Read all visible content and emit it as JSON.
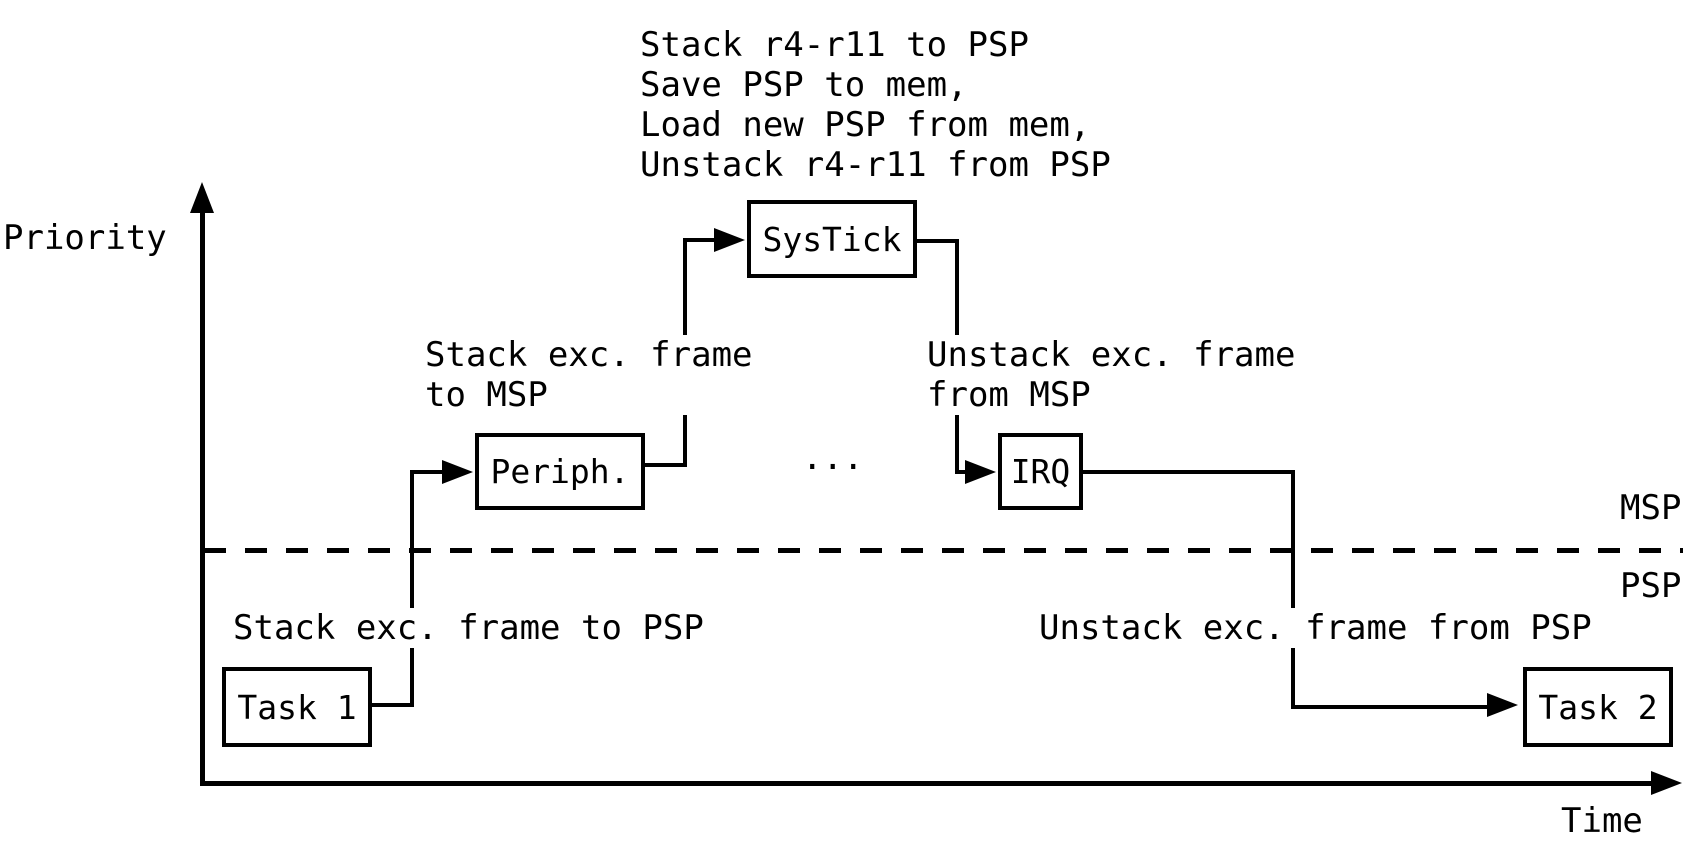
{
  "colors": {
    "ink": "#000000",
    "background": "#ffffff"
  },
  "axes": {
    "y_label": "Priority",
    "x_label": "Time"
  },
  "stack_regions": {
    "above_dashed_label": "MSP",
    "below_dashed_label": "PSP"
  },
  "boxes": {
    "task1": "Task 1",
    "periph": "Periph.",
    "systick": "SysTick",
    "irq": "IRQ",
    "task2": "Task 2"
  },
  "annotations": {
    "context_switch": "Stack r4-r11 to PSP\nSave PSP to mem,\nLoad new PSP from mem,\nUnstack r4-r11 from PSP",
    "stack_to_msp": "Stack exc. frame\nto MSP",
    "unstack_from_msp": "Unstack exc. frame\nfrom MSP",
    "stack_to_psp": "Stack exc. frame to PSP",
    "unstack_from_psp": "Unstack exc. frame from PSP",
    "ellipsis": "..."
  }
}
